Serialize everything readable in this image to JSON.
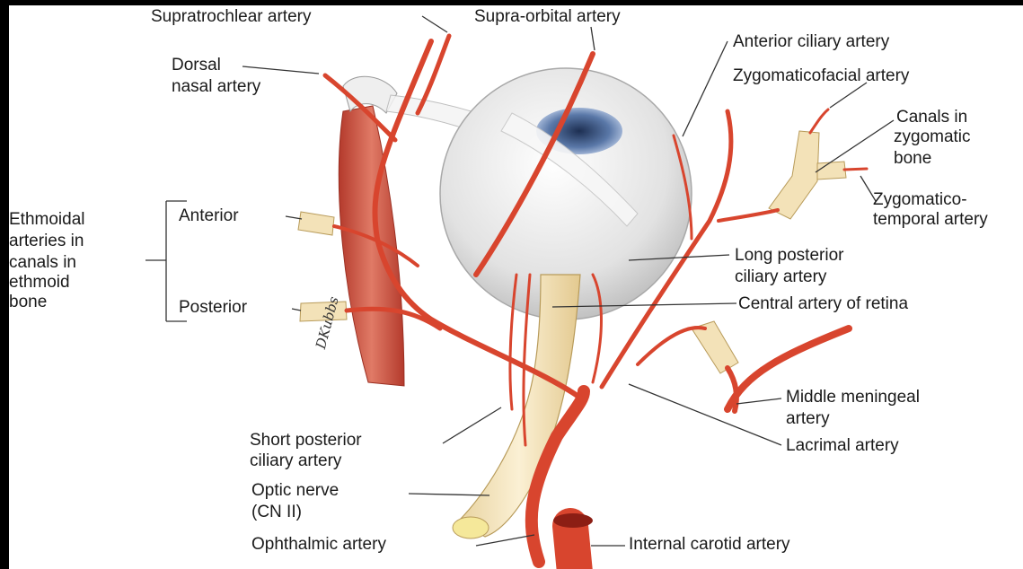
{
  "labels": {
    "supratrochlear": "Supratrochlear artery",
    "supraorbital": "Supra-orbital artery",
    "dorsal_nasal_1": "Dorsal",
    "dorsal_nasal_2": "nasal artery",
    "anterior_ciliary": "Anterior ciliary artery",
    "zygomaticofacial": "Zygomaticofacial artery",
    "canals_1": "Canals in",
    "canals_2": "zygomatic",
    "canals_3": "bone",
    "zygomaticotemporal_1": "Zygomatico-",
    "zygomaticotemporal_2": "temporal artery",
    "ethmoidal_1": "Ethmoidal",
    "ethmoidal_2": "arteries in",
    "ethmoidal_3": "canals in",
    "ethmoidal_4": "ethmoid",
    "ethmoidal_5": "bone",
    "anterior": "Anterior",
    "posterior": "Posterior",
    "long_posterior_1": "Long posterior",
    "long_posterior_2": "ciliary artery",
    "central_retina": "Central artery of retina",
    "middle_meningeal_1": "Middle meningeal",
    "middle_meningeal_2": "artery",
    "lacrimal": "Lacrimal artery",
    "short_posterior_1": "Short posterior",
    "short_posterior_2": "ciliary artery",
    "optic_nerve_1": "Optic nerve",
    "optic_nerve_2": "(CN II)",
    "ophthalmic": "Ophthalmic artery",
    "internal_carotid": "Internal carotid artery"
  },
  "signature": "DKubbs",
  "colors": {
    "artery": "#d8452e",
    "muscle": "#c9503f",
    "nerve": "#f3e2b8",
    "eyeball": "#e9e9e9",
    "leader_line": "#333333"
  }
}
